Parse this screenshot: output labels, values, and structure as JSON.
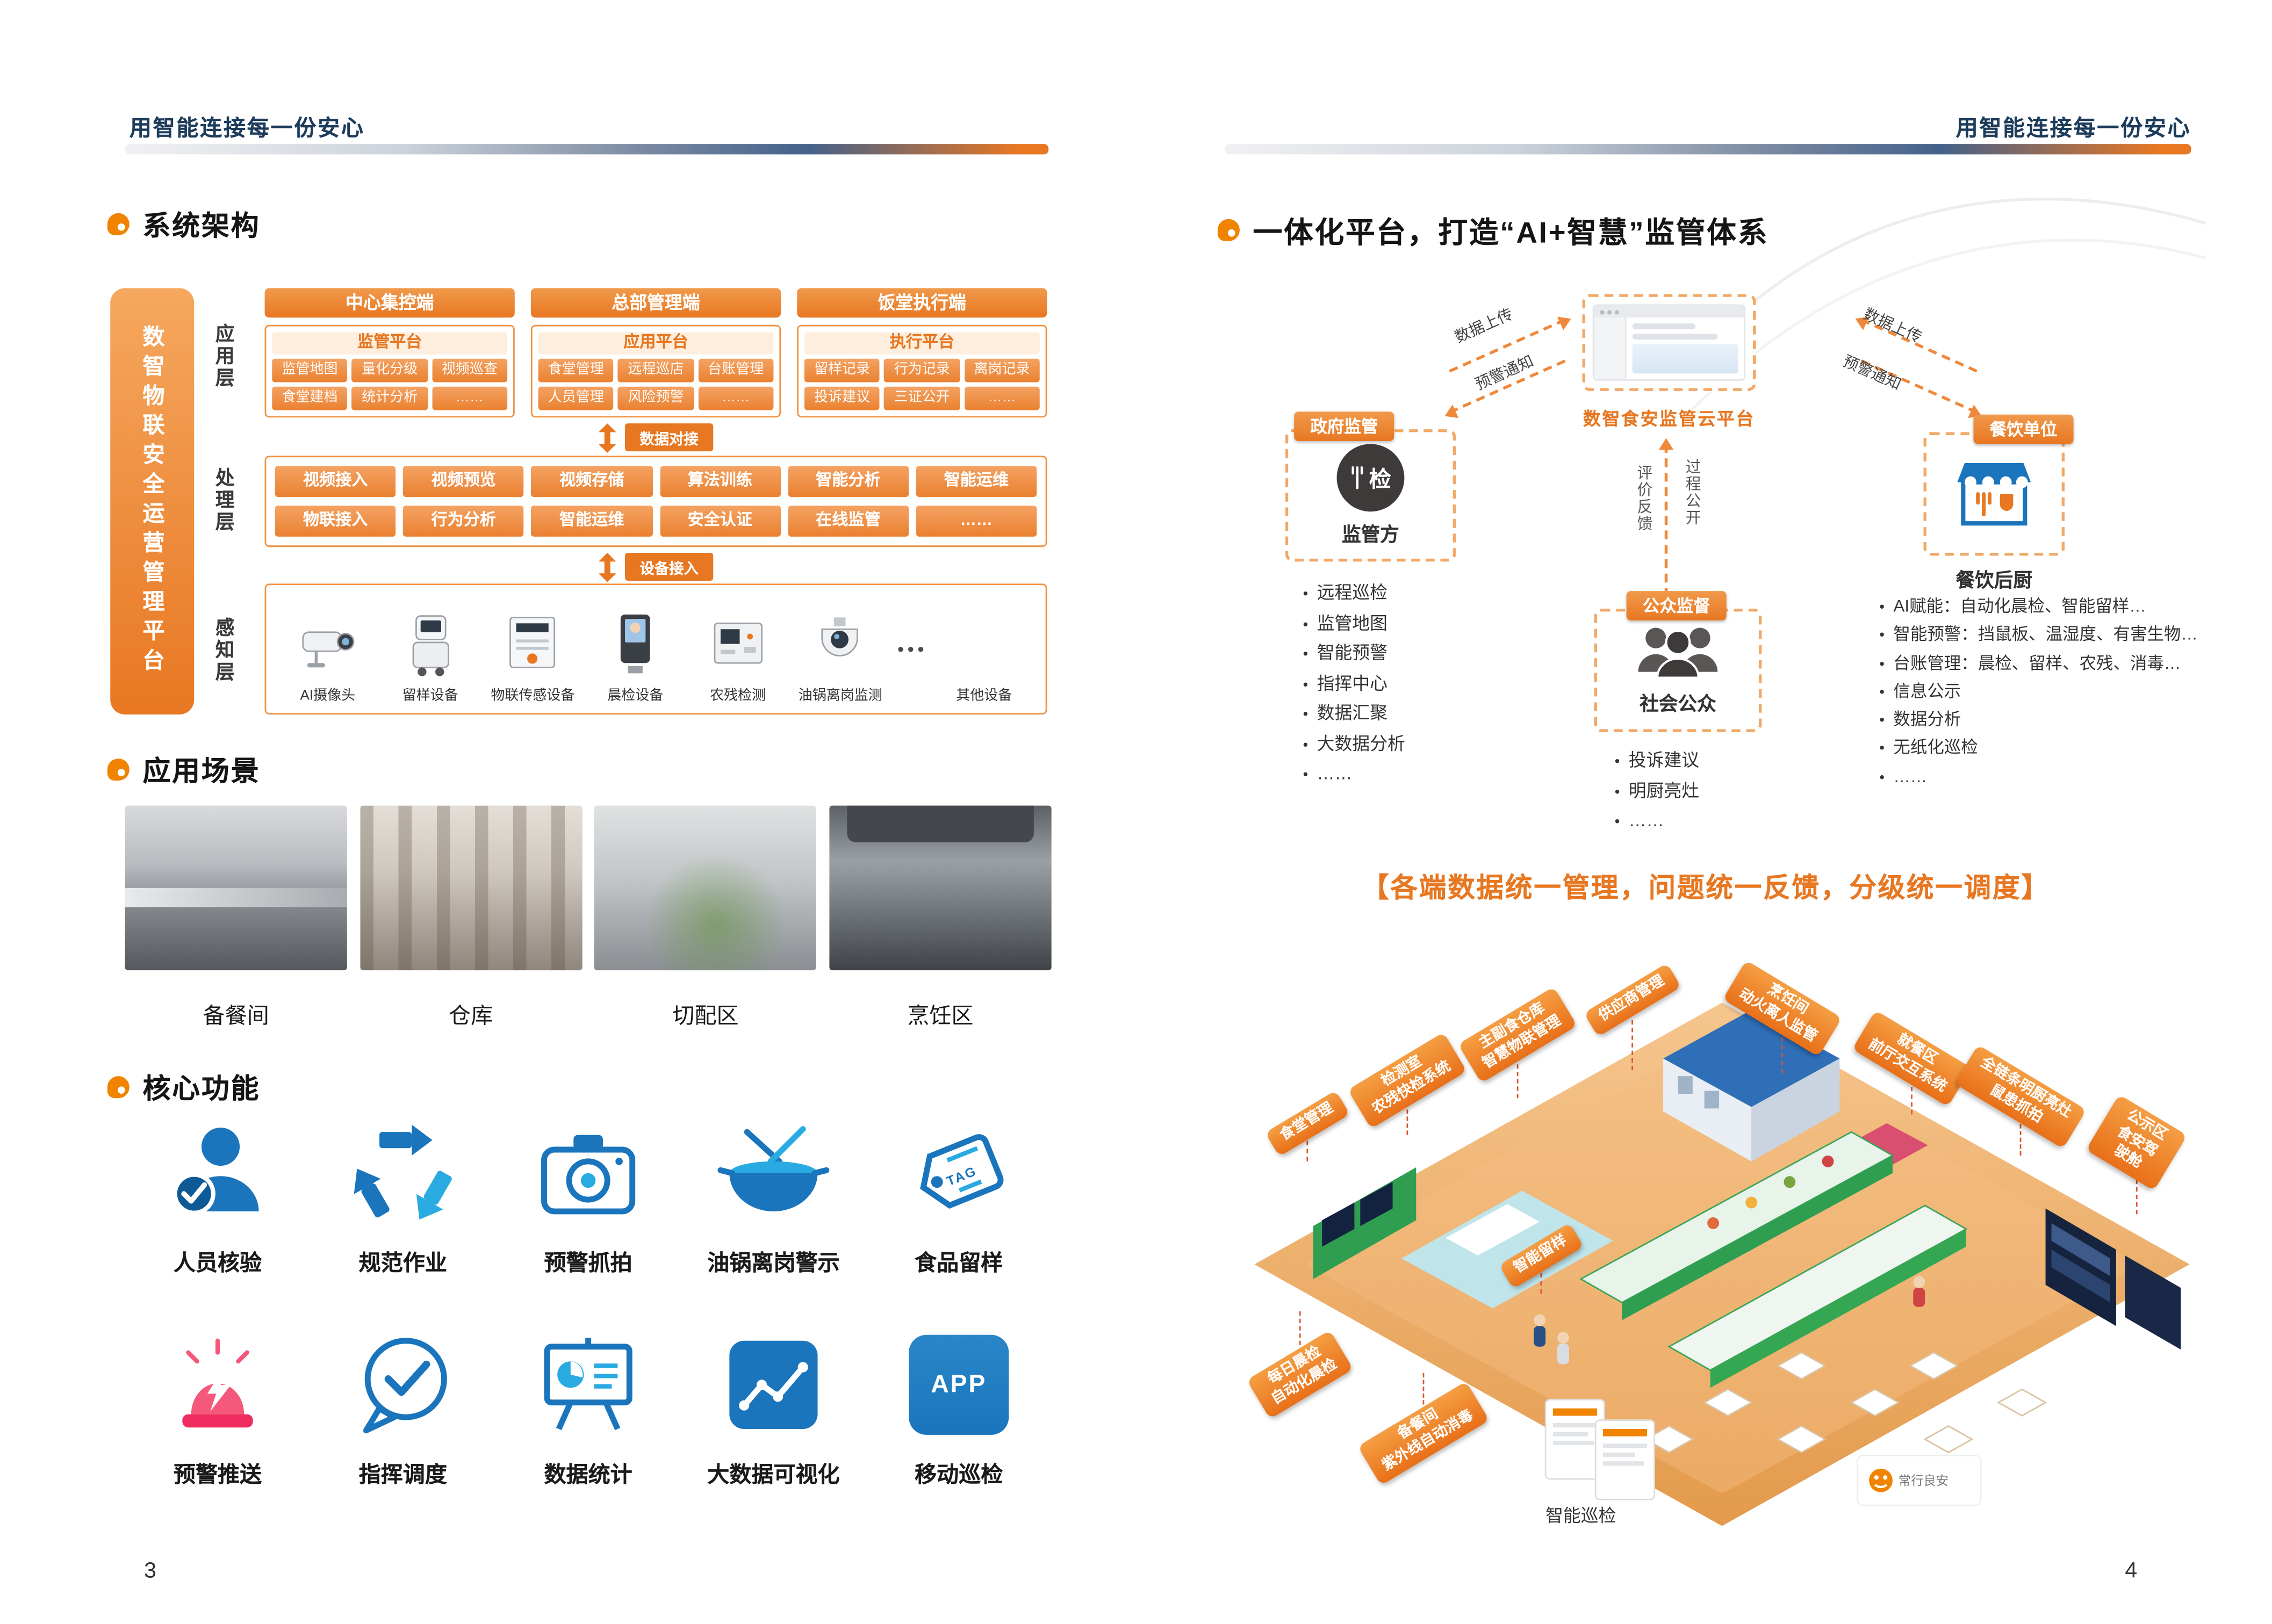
{
  "brand": {
    "orange": "#e87722",
    "blue": "#1b75bc",
    "light_blue": "#29abe2",
    "navy": "#1d3c5c",
    "pink": "#f4587a"
  },
  "left_page": {
    "header": "用智能连接每一份安心",
    "page_number": "3",
    "architecture": {
      "title": "系统架构",
      "platform_bar": "数智物联安全运营管理平台",
      "layers": [
        "应用层",
        "处理层",
        "感知层"
      ],
      "columns": [
        {
          "header": "中心集控端",
          "platform": "监管平台",
          "items": [
            "监管地图",
            "量化分级",
            "视频巡查",
            "食堂建档",
            "统计分析",
            "……"
          ]
        },
        {
          "header": "总部管理端",
          "platform": "应用平台",
          "items": [
            "食堂管理",
            "远程巡店",
            "台账管理",
            "人员管理",
            "风险预警",
            "……"
          ]
        },
        {
          "header": "饭堂执行端",
          "platform": "执行平台",
          "items": [
            "留样记录",
            "行为记录",
            "离岗记录",
            "投诉建议",
            "三证公开",
            "……"
          ]
        }
      ],
      "arrow_data_label": "数据对接",
      "processing_row1": [
        "视频接入",
        "视频预览",
        "视频存储",
        "算法训练",
        "智能分析",
        "智能运维"
      ],
      "processing_row2": [
        "物联接入",
        "行为分析",
        "智能运维",
        "安全认证",
        "在线监管",
        "……"
      ],
      "arrow_device_label": "设备接入",
      "devices": [
        "AI摄像头",
        "留样设备",
        "物联传感设备",
        "晨检设备",
        "农残检测",
        "油锅离岗监测"
      ],
      "devices_more_dots": "●●●",
      "devices_more_label": "其他设备"
    },
    "scenarios": {
      "title": "应用场景",
      "labels": [
        "备餐间",
        "仓库",
        "切配区",
        "烹饪区"
      ]
    },
    "functions": {
      "title": "核心功能",
      "row1": [
        "人员核验",
        "规范作业",
        "预警抓拍",
        "油锅离岗警示",
        "食品留样"
      ],
      "row2": [
        "预警推送",
        "指挥调度",
        "数据统计",
        "大数据可视化",
        "移动巡检"
      ],
      "app_icon_text": "APP",
      "tag_icon_text": "TAG"
    }
  },
  "right_page": {
    "header": "用智能连接每一份安心",
    "page_number": "4",
    "section_title": "一体化平台，打造“AI+智慧”监管体系",
    "cloud_platform": {
      "label": "数智食安监管云平台",
      "arrow_upload_left": "数据上传",
      "arrow_notice_left": "预警通知",
      "arrow_upload_right": "数据上传",
      "arrow_notice_right": "预警通知",
      "arrow_feedback": "评价反馈",
      "arrow_process": "过程公开"
    },
    "government": {
      "tag": "政府监管",
      "badge": "检",
      "name": "监管方",
      "bullets": [
        "远程巡检",
        "监管地图",
        "智能预警",
        "指挥中心",
        "数据汇聚",
        "大数据分析",
        "……"
      ]
    },
    "public": {
      "tag": "公众监督",
      "name": "社会公众",
      "bullets": [
        "投诉建议",
        "明厨亮灶",
        "……"
      ]
    },
    "restaurant": {
      "tag": "餐饮单位",
      "name": "餐饮后厨",
      "bullets": [
        "AI赋能：自动化晨检、智能留样…",
        "智能预警：挡鼠板、温湿度、有害生物…",
        "台账管理：晨检、留样、农残、消毒…",
        "信息公示",
        "数据分析",
        "无纸化巡检",
        "……"
      ]
    },
    "banner": "【各端数据统一管理，问题统一反馈，分级统一调度】",
    "scene": {
      "tags": [
        "食堂管理",
        "检测室\n农残快检系统",
        "主副食仓库\n智慧物联管理",
        "供应商管理",
        "烹饪间\n动火离人监管",
        "就餐区\n前厅交互系统",
        "全链条明厨亮灶\n鼠患抓拍",
        "公示区\n食安驾驶舱",
        "智能留样",
        "每日晨检\n自动化晨检",
        "备餐间\n紫外线自动消毒"
      ],
      "caption": "智能巡检",
      "sign_text": "常行良安"
    }
  }
}
